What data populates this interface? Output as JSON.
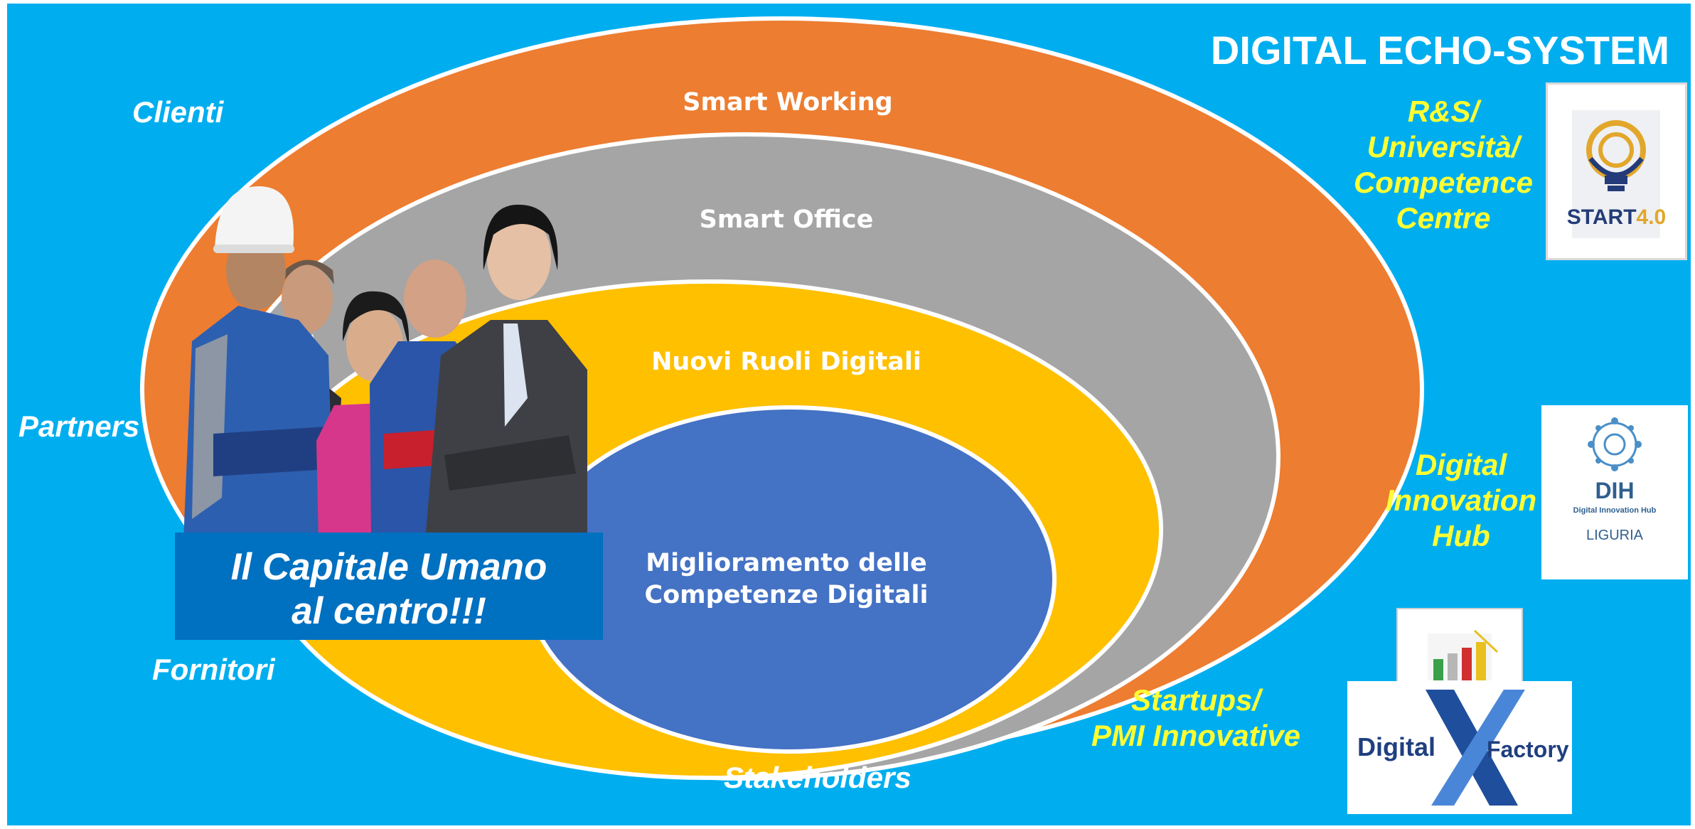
{
  "title": "DIGITAL ECHO-SYSTEM",
  "rings": [
    {
      "label": "Smart Working",
      "color": "#ED7D31"
    },
    {
      "label": "Smart Office",
      "color": "#A5A5A5"
    },
    {
      "label": "Nuovi Ruoli Digitali",
      "color": "#FFC000"
    },
    {
      "label_line1": "Miglioramento delle",
      "label_line2": "Competenze Digitali",
      "color": "#4472C4"
    }
  ],
  "stakeholders": {
    "clienti": "Clienti",
    "partners": "Partners",
    "fornitori": "Fornitori",
    "stakeholders": "Stakeholders"
  },
  "capital": {
    "line1": "Il Capitale Umano",
    "line2": "al centro!!!"
  },
  "partners": {
    "rs": [
      "R&S/",
      "Università/",
      "Competence",
      "Centre"
    ],
    "dih": [
      "Digital",
      "Innovation",
      "Hub"
    ],
    "startups": [
      "Startups/",
      "PMI Innovative"
    ]
  },
  "logos": {
    "start": {
      "brand": "START",
      "version": "4.0"
    },
    "dih": {
      "acronym": "DIH",
      "full": "Digital Innovation Hub",
      "region": "LIGURIA"
    },
    "df": {
      "left": "Digital",
      "right": "Factory"
    }
  },
  "colors": {
    "background": "#00AEEF",
    "partner_text": "#FFFF33",
    "capital_box": "#0070C0"
  }
}
